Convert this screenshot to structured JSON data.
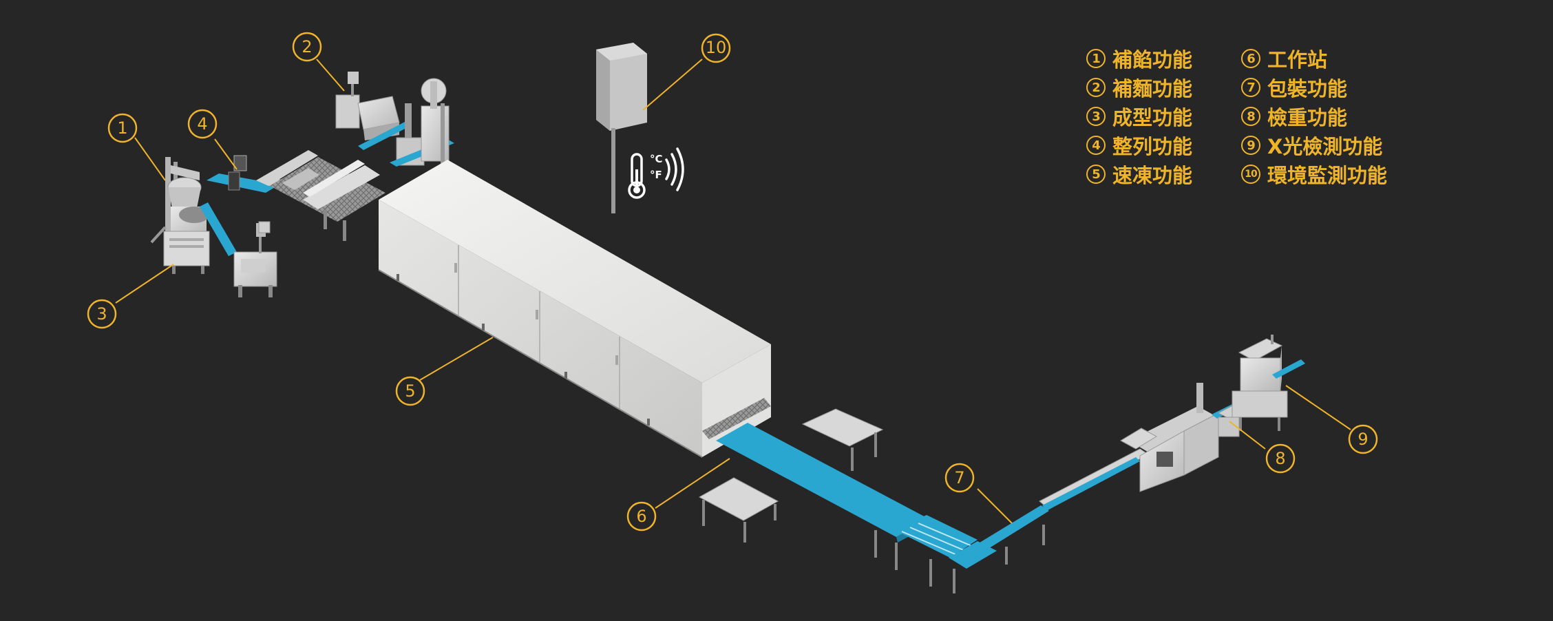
{
  "accent_color": "#f0b429",
  "conveyor_color": "#2aa7d1",
  "background_color": "#262626",
  "legend": [
    {
      "num": "1",
      "label": "補餡功能"
    },
    {
      "num": "6",
      "label": "工作站"
    },
    {
      "num": "2",
      "label": "補麵功能"
    },
    {
      "num": "7",
      "label": "包裝功能"
    },
    {
      "num": "3",
      "label": "成型功能"
    },
    {
      "num": "8",
      "label": "檢重功能"
    },
    {
      "num": "4",
      "label": "整列功能"
    },
    {
      "num": "9",
      "label": "X光檢測功能"
    },
    {
      "num": "5",
      "label": "速凍功能"
    },
    {
      "num": "10",
      "label": "環境監測功能"
    }
  ],
  "callouts": [
    "1",
    "2",
    "3",
    "4",
    "5",
    "6",
    "7",
    "8",
    "9",
    "10"
  ],
  "sensor": {
    "unit_c": "°C",
    "unit_f": "°F"
  }
}
